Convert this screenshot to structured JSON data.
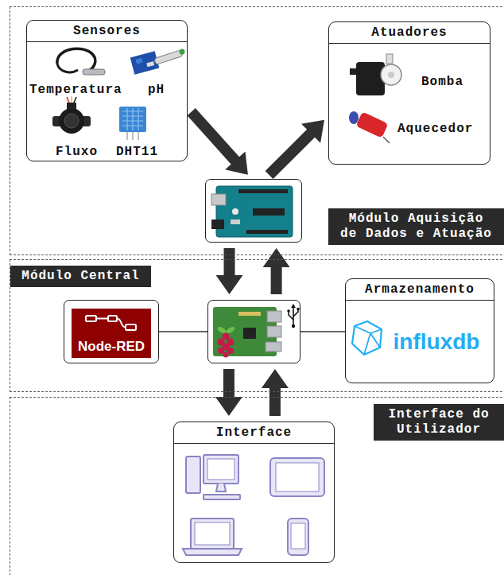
{
  "diagram": {
    "nodes": [
      {
        "text": [
          "Módulo Aquisição de Dados e Atuação"
        ]
      },
      {
        "text": [
          "Sensores"
        ],
        "in": 0
      },
      {
        "text": [
          "Atuadores"
        ],
        "in": 0
      },
      {
        "text": [],
        "in": 0
      },
      {
        "text": [
          "Módulo Central"
        ]
      },
      {
        "text": [
          "Node-RED"
        ],
        "in": 4
      },
      {
        "text": [],
        "in": 4
      },
      {
        "text": [
          "Armazenamento",
          "influxdb"
        ],
        "in": 4
      },
      {
        "text": [
          "Interface do Utilizador"
        ]
      },
      {
        "text": [
          "Interface"
        ],
        "in": 8
      }
    ],
    "edges": [
      {
        "from": 1,
        "to": 3,
        "arrow": "to"
      },
      {
        "from": 3,
        "to": 2,
        "arrow": "to"
      },
      {
        "from": 3,
        "to": 6,
        "arrow": "to"
      },
      {
        "from": 6,
        "to": 3,
        "arrow": "to"
      },
      {
        "from": 5,
        "to": 6,
        "arrow": "none"
      },
      {
        "from": 6,
        "to": 7,
        "arrow": "none"
      },
      {
        "from": 6,
        "to": 9,
        "arrow": "to"
      },
      {
        "from": 9,
        "to": 6,
        "arrow": "to"
      }
    ],
    "labels": [
      "Temperatura",
      "pH",
      "Fluxo",
      "DHT11",
      "Bomba",
      "Aquecedor"
    ]
  }
}
